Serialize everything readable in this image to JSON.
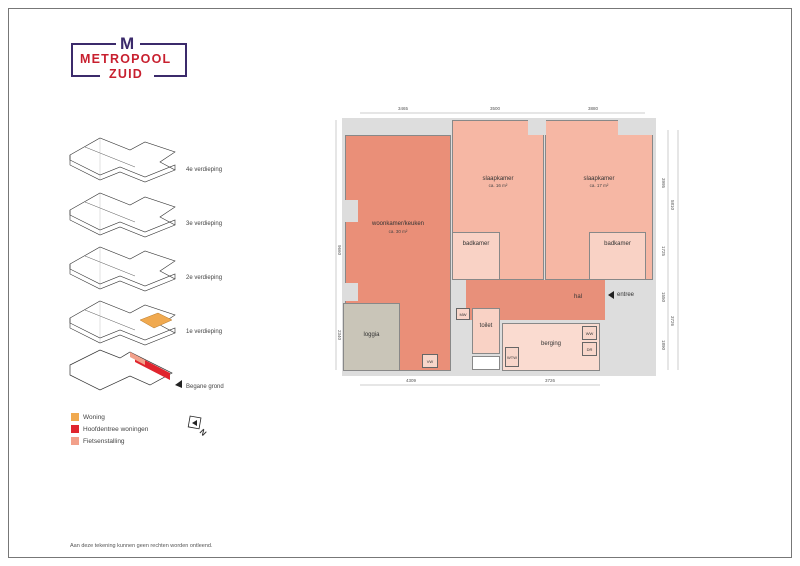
{
  "logo": {
    "letter": "M",
    "line1": "METROPOOL",
    "line2": "ZUID"
  },
  "floors": [
    {
      "label": "4e verdieping"
    },
    {
      "label": "3e verdieping"
    },
    {
      "label": "2e verdieping"
    },
    {
      "label": "1e verdieping"
    },
    {
      "label": "Begane grond"
    }
  ],
  "legend": [
    {
      "label": "Woning",
      "color": "#f0a94f"
    },
    {
      "label": "Hoofdentree woningen",
      "color": "#e0252e"
    },
    {
      "label": "Fietsenstalling",
      "color": "#f2a08a"
    }
  ],
  "compass": {
    "label": "N"
  },
  "plan": {
    "rooms": {
      "living": {
        "name": "woonkamer/keuken",
        "area": "ca. 30 m²"
      },
      "bed1": {
        "name": "slaapkamer",
        "area": "ca. 16 m²"
      },
      "bed2": {
        "name": "slaapkamer",
        "area": "ca. 17 m²"
      },
      "bath1": {
        "name": "badkamer"
      },
      "bath2": {
        "name": "badkamer"
      },
      "hal": {
        "name": "hal"
      },
      "loggia": {
        "name": "loggia"
      },
      "toilet": {
        "name": "toilet"
      },
      "berging": {
        "name": "berging"
      }
    },
    "entrance": "entree",
    "fixtures": {
      "mw": "MW",
      "vw": "VW",
      "wtw": "WTW",
      "ww": "WW",
      "dr": "DR"
    },
    "dims": {
      "top": [
        "3465",
        "3500",
        "3880"
      ],
      "bottom": [
        "4309",
        "3726"
      ],
      "left": [
        "9660",
        "2340"
      ],
      "right_inner": [
        "3995",
        "1725",
        "1550",
        "1890"
      ],
      "right_outer": [
        "5810",
        "3726"
      ]
    }
  },
  "disclaimer": "Aan deze tekening kunnen geen rechten worden ontleend."
}
